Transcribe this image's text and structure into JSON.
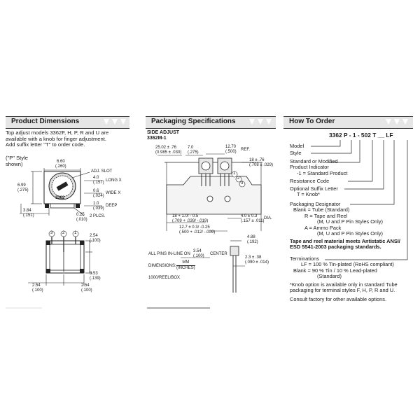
{
  "pd": {
    "title": "Product Dimensions",
    "intro1": "Top adjust models 3362F, H, P, R and U are",
    "intro2": "available with a knob for finger adjustment.",
    "intro3": "Add suffix letter \"T\" to order code.",
    "pstyle1": "(\"P\" Style",
    "pstyle2": "shown)",
    "d660": "6.60",
    "d260": "(.260)",
    "d699": "6.99",
    "d275": "(.275)",
    "adj_slot": "ADJ. SLOT",
    "d40": "4.0",
    "d157": "(.157)",
    "longx": "LONG X",
    "d06": "0.6",
    "d024": "(.024)",
    "widex": "WIDE X",
    "d10": "1.0",
    "d039": "(.039)",
    "deep": "DEEP",
    "d384": "3.84",
    "d151": "(.151)",
    "d025": "0.25",
    "d010": "(.010)",
    "plcs": "2 PLCS.",
    "part_marking": "3362",
    "pin3": "3",
    "pin2": "2",
    "pin1": "1",
    "d254a": "2.54",
    "d100a": "(.100)",
    "d353": "3.53",
    "d139": "(.139)",
    "d254b": "2.54",
    "d100b": "(.100)",
    "d254c": "2.54",
    "d100c": "(.100)"
  },
  "pk": {
    "title": "Packaging Specifications",
    "side_adjust": "SIDE ADJUST",
    "model": "3362M-1",
    "d2502": "25.02 ± .76",
    "d0985": "(0.985 ± .030)",
    "d70": "7.0",
    "d275": "(.275)",
    "d1270": "12.70",
    "d500": "(.500)",
    "ref": "REF.",
    "d18a": "18 ± .76",
    "d708": "(.708 ± .029)",
    "pin1": "1",
    "pin2": "2",
    "pin3": "3",
    "d18b": "18 + 1.0/ - 0.5",
    "d709": "(.709 + .039/ -.019)",
    "d40": "4.0 ± 0.3",
    "d157": "(.157 ± .011)",
    "dia": "DIA.",
    "d127": "12.7 ± 0.3/ -0.25",
    "d500b": "(.500 + .012/ -.009)",
    "d488": "4.88",
    "d192": "(.192)",
    "allpins": "ALL PINS IN-LINE ON",
    "d354": "3.54",
    "d100": "(.100)",
    "center": "CENTER",
    "d23": "2.3 ± .38",
    "d090": "(.090 ± .014)",
    "dimensions": "DIMENSIONS:",
    "mm": "MM",
    "inches": "(INCHES)",
    "reel": "1000/REEL/BOX"
  },
  "ho": {
    "title": "How To Order",
    "code": "3362 P - 1 - 502 T __ LF",
    "model": "Model",
    "style": "Style",
    "std1": "Standard or Modified",
    "std2": "Product Indicator",
    "std3": "-1 = Standard Product",
    "resistance": "Resistance Code",
    "opt1": "Optional Suffix Letter",
    "opt2": "T = Knob*",
    "pkg": "Packaging Designator",
    "blank1": "Blank = Tube (Standard)",
    "r1": "R = Tape and Reel",
    "r2": "(M, U and P Pin Styles Only)",
    "a1": "A = Ammo Pack",
    "a2": "(M, U and P Pin Styles Only)",
    "tape1": "Tape and reel material meets Antistatic ANSI/",
    "tape2": "ESD 5541-2003 packaging standards.",
    "term": "Terminations",
    "lf": "LF = 100 % Tin-plated (RoHS compliant)",
    "blank2": "Blank = 90 % Tin / 10 % Lead-plated",
    "blank2b": "(Standard)",
    "knob1": "*Knob option is available only in standard Tube",
    "knob2": "packaging for terminal styles F, H, P, R and U.",
    "consult": "Consult factory for other available options."
  }
}
